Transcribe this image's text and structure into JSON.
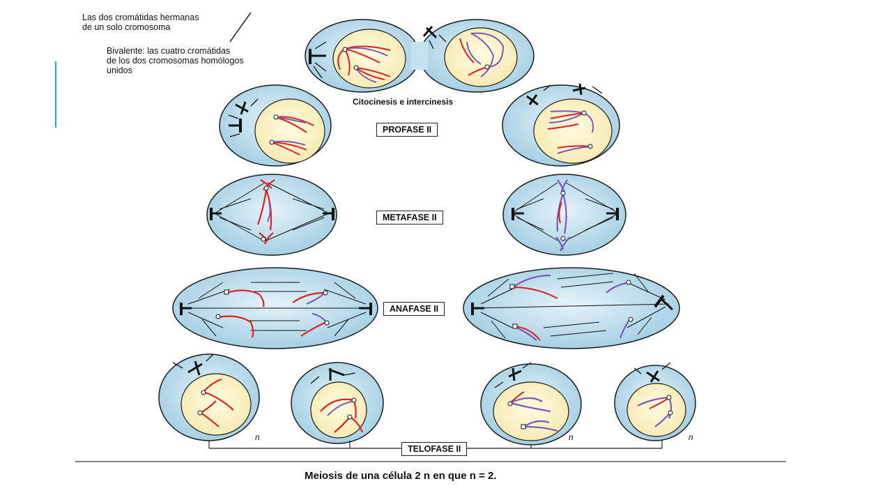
{
  "annotations": {
    "sister_chromatids": "Las dos cromátidas hermanas\nde un solo cromosoma",
    "bivalent": "Bivalente: las cuatro cromátidas\nde los dos cromosomas homólogos\nunidos"
  },
  "stage_labels": {
    "cytokinesis": "Citocinesis e intercinesis",
    "prophase": "PROFASE II",
    "metaphase": "METAFASE II",
    "anaphase": "ANAFASE II",
    "telophase": "TELOFASE II"
  },
  "haploid_mark": "n",
  "caption": "Meiosis de una célula 2 n en que n = 2.",
  "colors": {
    "accent": "#29a8c4",
    "cell_fill": "#b9dceb",
    "nucleus_fill": "#fbf3c4",
    "chromatid_red": "#e02020",
    "chromatid_purple": "#7a5ab8",
    "outline": "#1a1a1a"
  }
}
